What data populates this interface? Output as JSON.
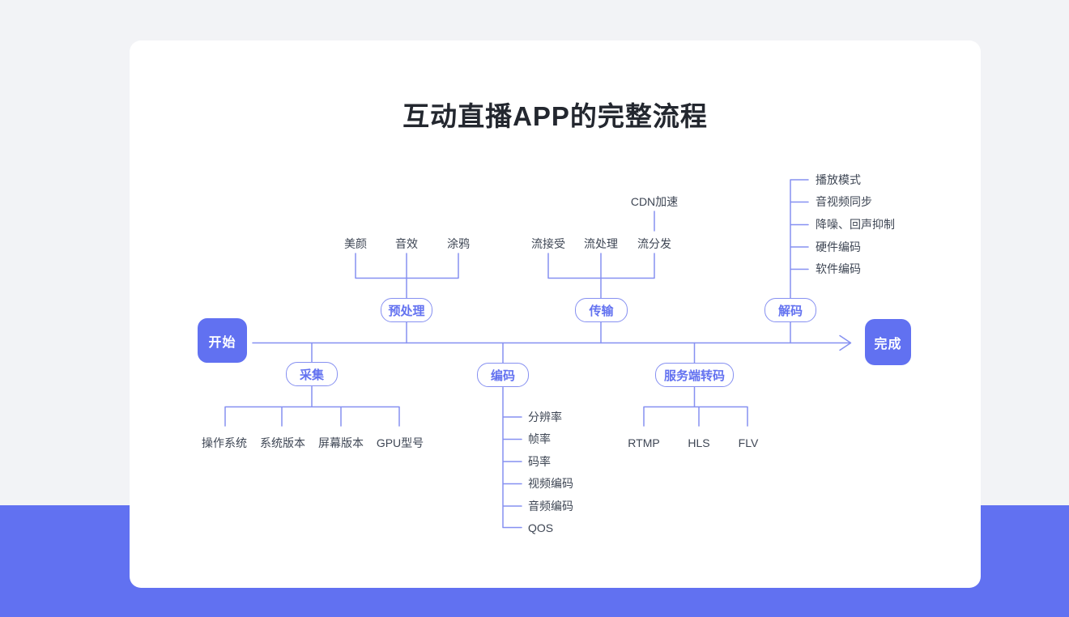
{
  "title": "互动直播APP的完整流程",
  "flow": {
    "start_label": "开始",
    "end_label": "完成",
    "stages": {
      "preprocess": "预处理",
      "transmission": "传输",
      "decode": "解码",
      "capture": "采集",
      "encode": "编码",
      "transcode": "服务端转码"
    },
    "preprocess_children": [
      "美颜",
      "音效",
      "涂鸦"
    ],
    "transmission_children": [
      "流接受",
      "流处理",
      "流分发"
    ],
    "cdn_label": "CDN加速",
    "decode_children": [
      "播放模式",
      "音视频同步",
      "降噪、回声抑制",
      "硬件编码",
      "软件编码"
    ],
    "capture_children": [
      "操作系统",
      "系统版本",
      "屏幕版本",
      "GPU型号"
    ],
    "encode_children": [
      "分辨率",
      "帧率",
      "码率",
      "视频编码",
      "音频编码",
      "QOS"
    ],
    "transcode_children": [
      "RTMP",
      "HLS",
      "FLV"
    ]
  },
  "colors": {
    "accent_purple": "#6171F1",
    "connector_line": "#8690F1",
    "node_text": "#6372F0",
    "label_text": "#3E4654",
    "title_text": "#23272F",
    "card_bg": "#FFFFFF",
    "page_bg": "#F2F3F6"
  }
}
